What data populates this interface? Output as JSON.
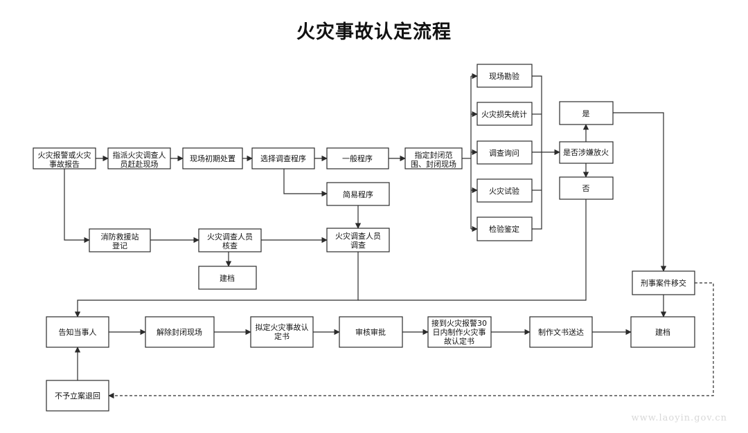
{
  "title": "火灾事故认定流程",
  "watermark": "www.laoyin.gov.cn",
  "nodes": {
    "report": "火灾报警或火灾事故报告",
    "dispatch": "指派火灾调查人员赶赴现场",
    "initial": "现场初期处置",
    "choose": "选择调查程序",
    "general": "一般程序",
    "simple": "简易程序",
    "seal": "指定封闭范围、封闭现场",
    "survey": "现场勘验",
    "loss": "火灾损失统计",
    "inquiry": "调查询问",
    "test": "火灾试验",
    "appraisal": "检验鉴定",
    "arson": "是否涉嫌放火",
    "yes": "是",
    "no": "否",
    "register": "消防救援站登记",
    "verify": "火灾调查人员核查",
    "file1": "建档",
    "investigate": "火灾调查人员调查",
    "criminal": "刑事案件移交",
    "notify": "告知当事人",
    "unseal": "解除封闭现场",
    "draft": "拟定火灾事故认定书",
    "approve": "审核审批",
    "make30": "接到火灾报警30日内制作火灾事故认定书",
    "deliver": "制作文书送达",
    "file2": "建档",
    "reject": "不予立案退回"
  }
}
